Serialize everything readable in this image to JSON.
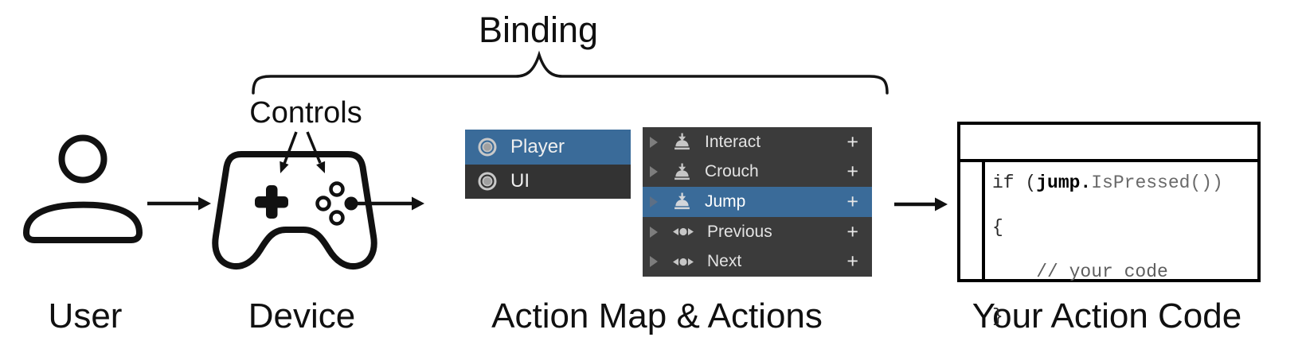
{
  "colors": {
    "selection_blue": "#3a6b99",
    "actions_panel_dark": "#3b3b3b",
    "map_panel_dark": "#333333",
    "line_art": "#111111"
  },
  "labels": {
    "binding": "Binding",
    "controls": "Controls",
    "user": "User",
    "device": "Device",
    "action_map_actions": "Action Map & Actions",
    "your_action_code": "Your Action Code"
  },
  "action_map_panel": {
    "items": [
      {
        "label": "Player",
        "selected": true
      },
      {
        "label": "UI",
        "selected": false
      }
    ]
  },
  "actions_panel": {
    "add_label": "+",
    "items": [
      {
        "label": "Interact",
        "icon": "button-action-icon",
        "selected": false
      },
      {
        "label": "Crouch",
        "icon": "button-action-icon",
        "selected": false
      },
      {
        "label": "Jump",
        "icon": "button-action-icon",
        "selected": true
      },
      {
        "label": "Previous",
        "icon": "axis-action-icon",
        "selected": false
      },
      {
        "label": "Next",
        "icon": "axis-action-icon",
        "selected": false
      }
    ]
  },
  "code_window": {
    "line1_if": "if (",
    "line1_jump": "jump.",
    "line1_rest": "IsPressed())",
    "line2": "{",
    "line3": "    // your code",
    "line4": "}"
  }
}
